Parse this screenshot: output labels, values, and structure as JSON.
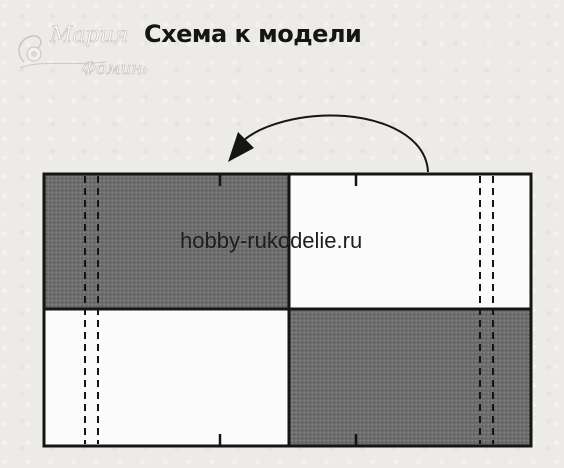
{
  "title": "Схема к модели",
  "watermark": "hobby-rukodelie.ru",
  "logo": {
    "line1": "Мария",
    "line2": "Фомина"
  },
  "colors": {
    "ink": "#151515",
    "dark_fabric": "#6f6f6f",
    "light_fabric": "#fbfbfb",
    "paper": "#ecebe8"
  },
  "fabric_blocks": [
    {
      "position": "top-left",
      "shade": "dark"
    },
    {
      "position": "top-right",
      "shade": "light"
    },
    {
      "position": "bottom-left",
      "shade": "light"
    },
    {
      "position": "bottom-right",
      "shade": "dark"
    }
  ],
  "icons": [
    "fold-arrow-icon",
    "stitch-line-icon"
  ]
}
